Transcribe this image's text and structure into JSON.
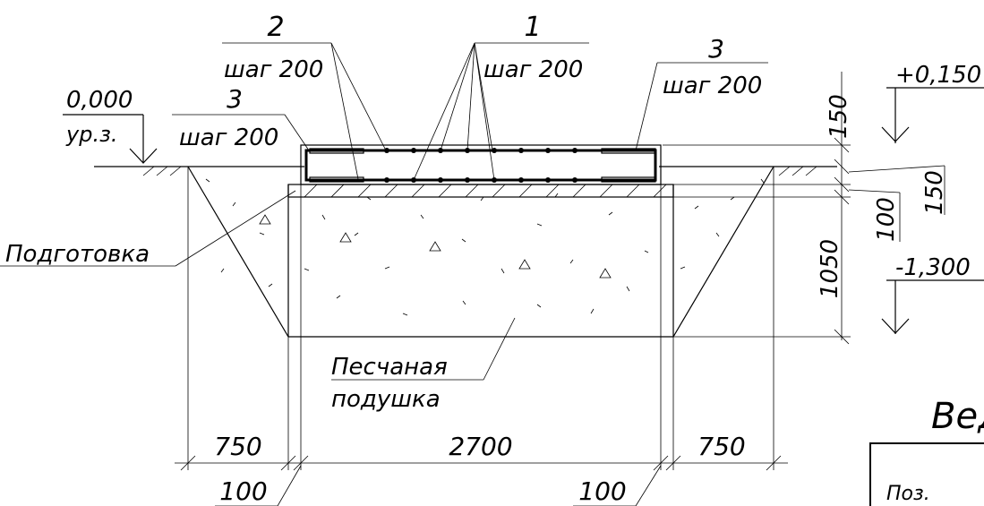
{
  "labels": {
    "pos1": "1",
    "pos2": "2",
    "pos3_left": "3",
    "pos3_right": "3",
    "step_pos2": "шаг 200",
    "step_pos1": "шаг 200",
    "step_pos3_left": "шаг 200",
    "step_pos3_right": "шаг 200",
    "ground_level": "0,000",
    "ground_level_name": "ур.з.",
    "top_level": "+0,150",
    "bottom_level": "-1,300",
    "preparation": "Подготовка",
    "sand_cushion_line1": "Песчаная",
    "sand_cushion_line2": "подушка",
    "title_fragment": "Ведо",
    "table_header_pos": "Поз."
  },
  "dimensions": {
    "vertical_150_top": "150",
    "vertical_150_lower": "150",
    "vertical_100": "100",
    "vertical_1050": "1050",
    "horizontal_750_left": "750",
    "horizontal_2700": "2700",
    "horizontal_750_right": "750",
    "horizontal_100_left": "100",
    "horizontal_100_right": "100"
  }
}
